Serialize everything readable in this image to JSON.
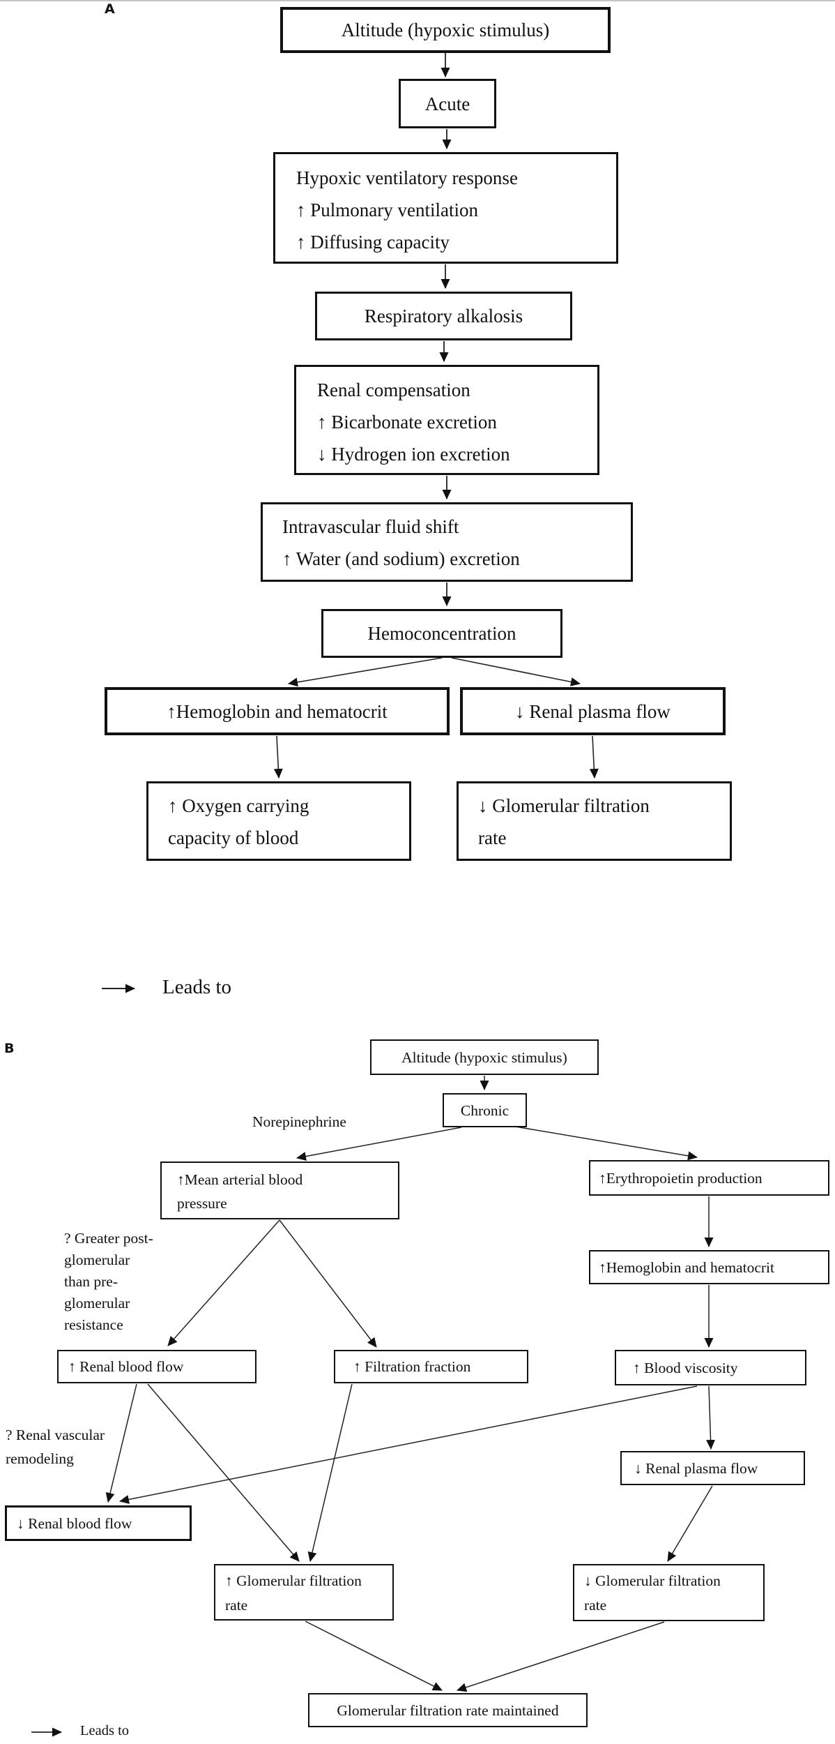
{
  "panelA": {
    "label": "A",
    "legend": "Leads to",
    "nodes": {
      "altitude": "Altitude (hypoxic stimulus)",
      "acute": "Acute",
      "hvr": [
        "Hypoxic ventilatory response",
        "↑ Pulmonary ventilation",
        "↑ Diffusing capacity"
      ],
      "resp_alk": "Respiratory alkalosis",
      "renal_comp": [
        "Renal compensation",
        "↑ Bicarbonate excretion",
        "↓ Hydrogen ion excretion"
      ],
      "fluid_shift": [
        "Intravascular fluid shift",
        "↑ Water (and sodium) excretion"
      ],
      "hemoconc": "Hemoconcentration",
      "hgb_hct": "↑Hemoglobin and hematocrit",
      "renal_plasma": "↓ Renal plasma flow",
      "oxygen": [
        "↑ Oxygen carrying",
        "capacity of blood"
      ],
      "gfr_down": [
        "↓ Glomerular filtration",
        "rate"
      ]
    }
  },
  "panelB": {
    "label": "B",
    "legend": "Leads to",
    "labels": {
      "norepinephrine": "Norepinephrine",
      "post_glomerular": [
        "? Greater post-",
        "glomerular",
        "than pre-",
        "glomerular",
        "resistance"
      ],
      "remodeling": [
        "? Renal vascular",
        "remodeling"
      ]
    },
    "nodes": {
      "altitude": "Altitude (hypoxic stimulus)",
      "chronic": "Chronic",
      "map": [
        "↑Mean arterial blood",
        "pressure"
      ],
      "epo": "↑Erythropoietin production",
      "hgb_hct": "↑Hemoglobin and hematocrit",
      "rbf_up": "↑ Renal blood flow",
      "filtration": "↑ Filtration fraction",
      "viscosity": "↑ Blood viscosity",
      "renal_plasma": "↓ Renal plasma flow",
      "rbf_down": "↓ Renal blood flow",
      "gfr_up": [
        "↑ Glomerular filtration",
        "rate"
      ],
      "gfr_down": [
        "↓ Glomerular filtration",
        "rate"
      ],
      "gfr_maintained": "Glomerular filtration rate maintained"
    }
  },
  "colors": {
    "ink": "#111111",
    "line": "#222222",
    "divider": "#c4c4c4"
  }
}
